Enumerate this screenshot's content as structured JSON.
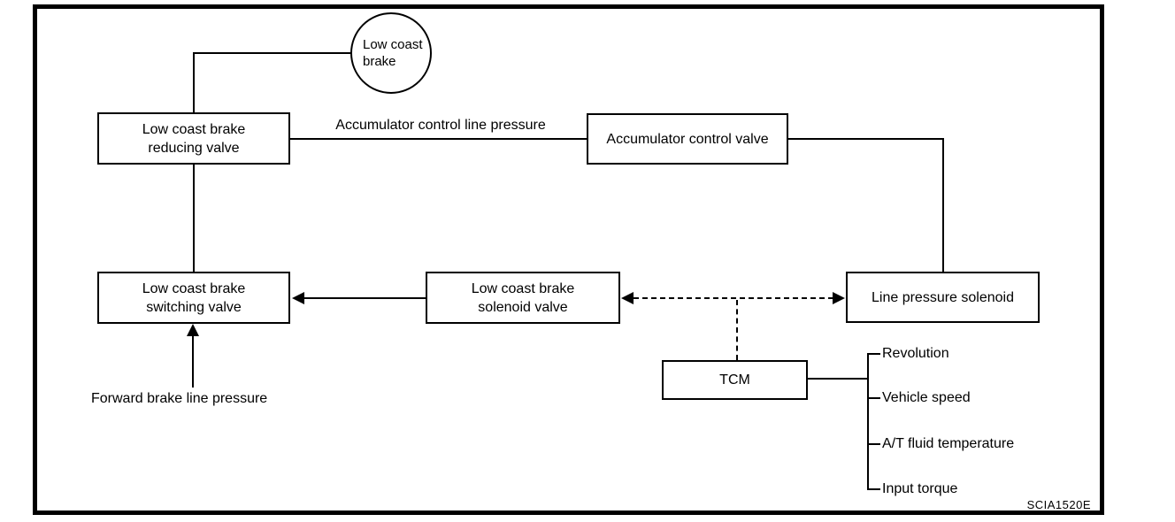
{
  "diagram": {
    "title_context": "Low coast brake control diagram",
    "nodes": {
      "low_coast_brake": "Low coast brake",
      "reducing_valve": "Low coast brake reducing valve",
      "accumulator_control_valve": "Accumulator control valve",
      "switching_valve": "Low coast brake switching valve",
      "solenoid_valve": "Low coast brake solenoid valve",
      "line_pressure_solenoid": "Line pressure solenoid",
      "tcm": "TCM"
    },
    "edge_labels": {
      "accumulator_control_line_pressure": "Accumulator control line pressure",
      "forward_brake_line_pressure": "Forward brake line pressure"
    },
    "tcm_inputs": [
      "Revolution",
      "Vehicle speed",
      "A/T fluid temperature",
      "Input torque"
    ],
    "figure_code": "SCIA1520E",
    "colors": {
      "line": "#000000",
      "background": "#ffffff"
    }
  }
}
